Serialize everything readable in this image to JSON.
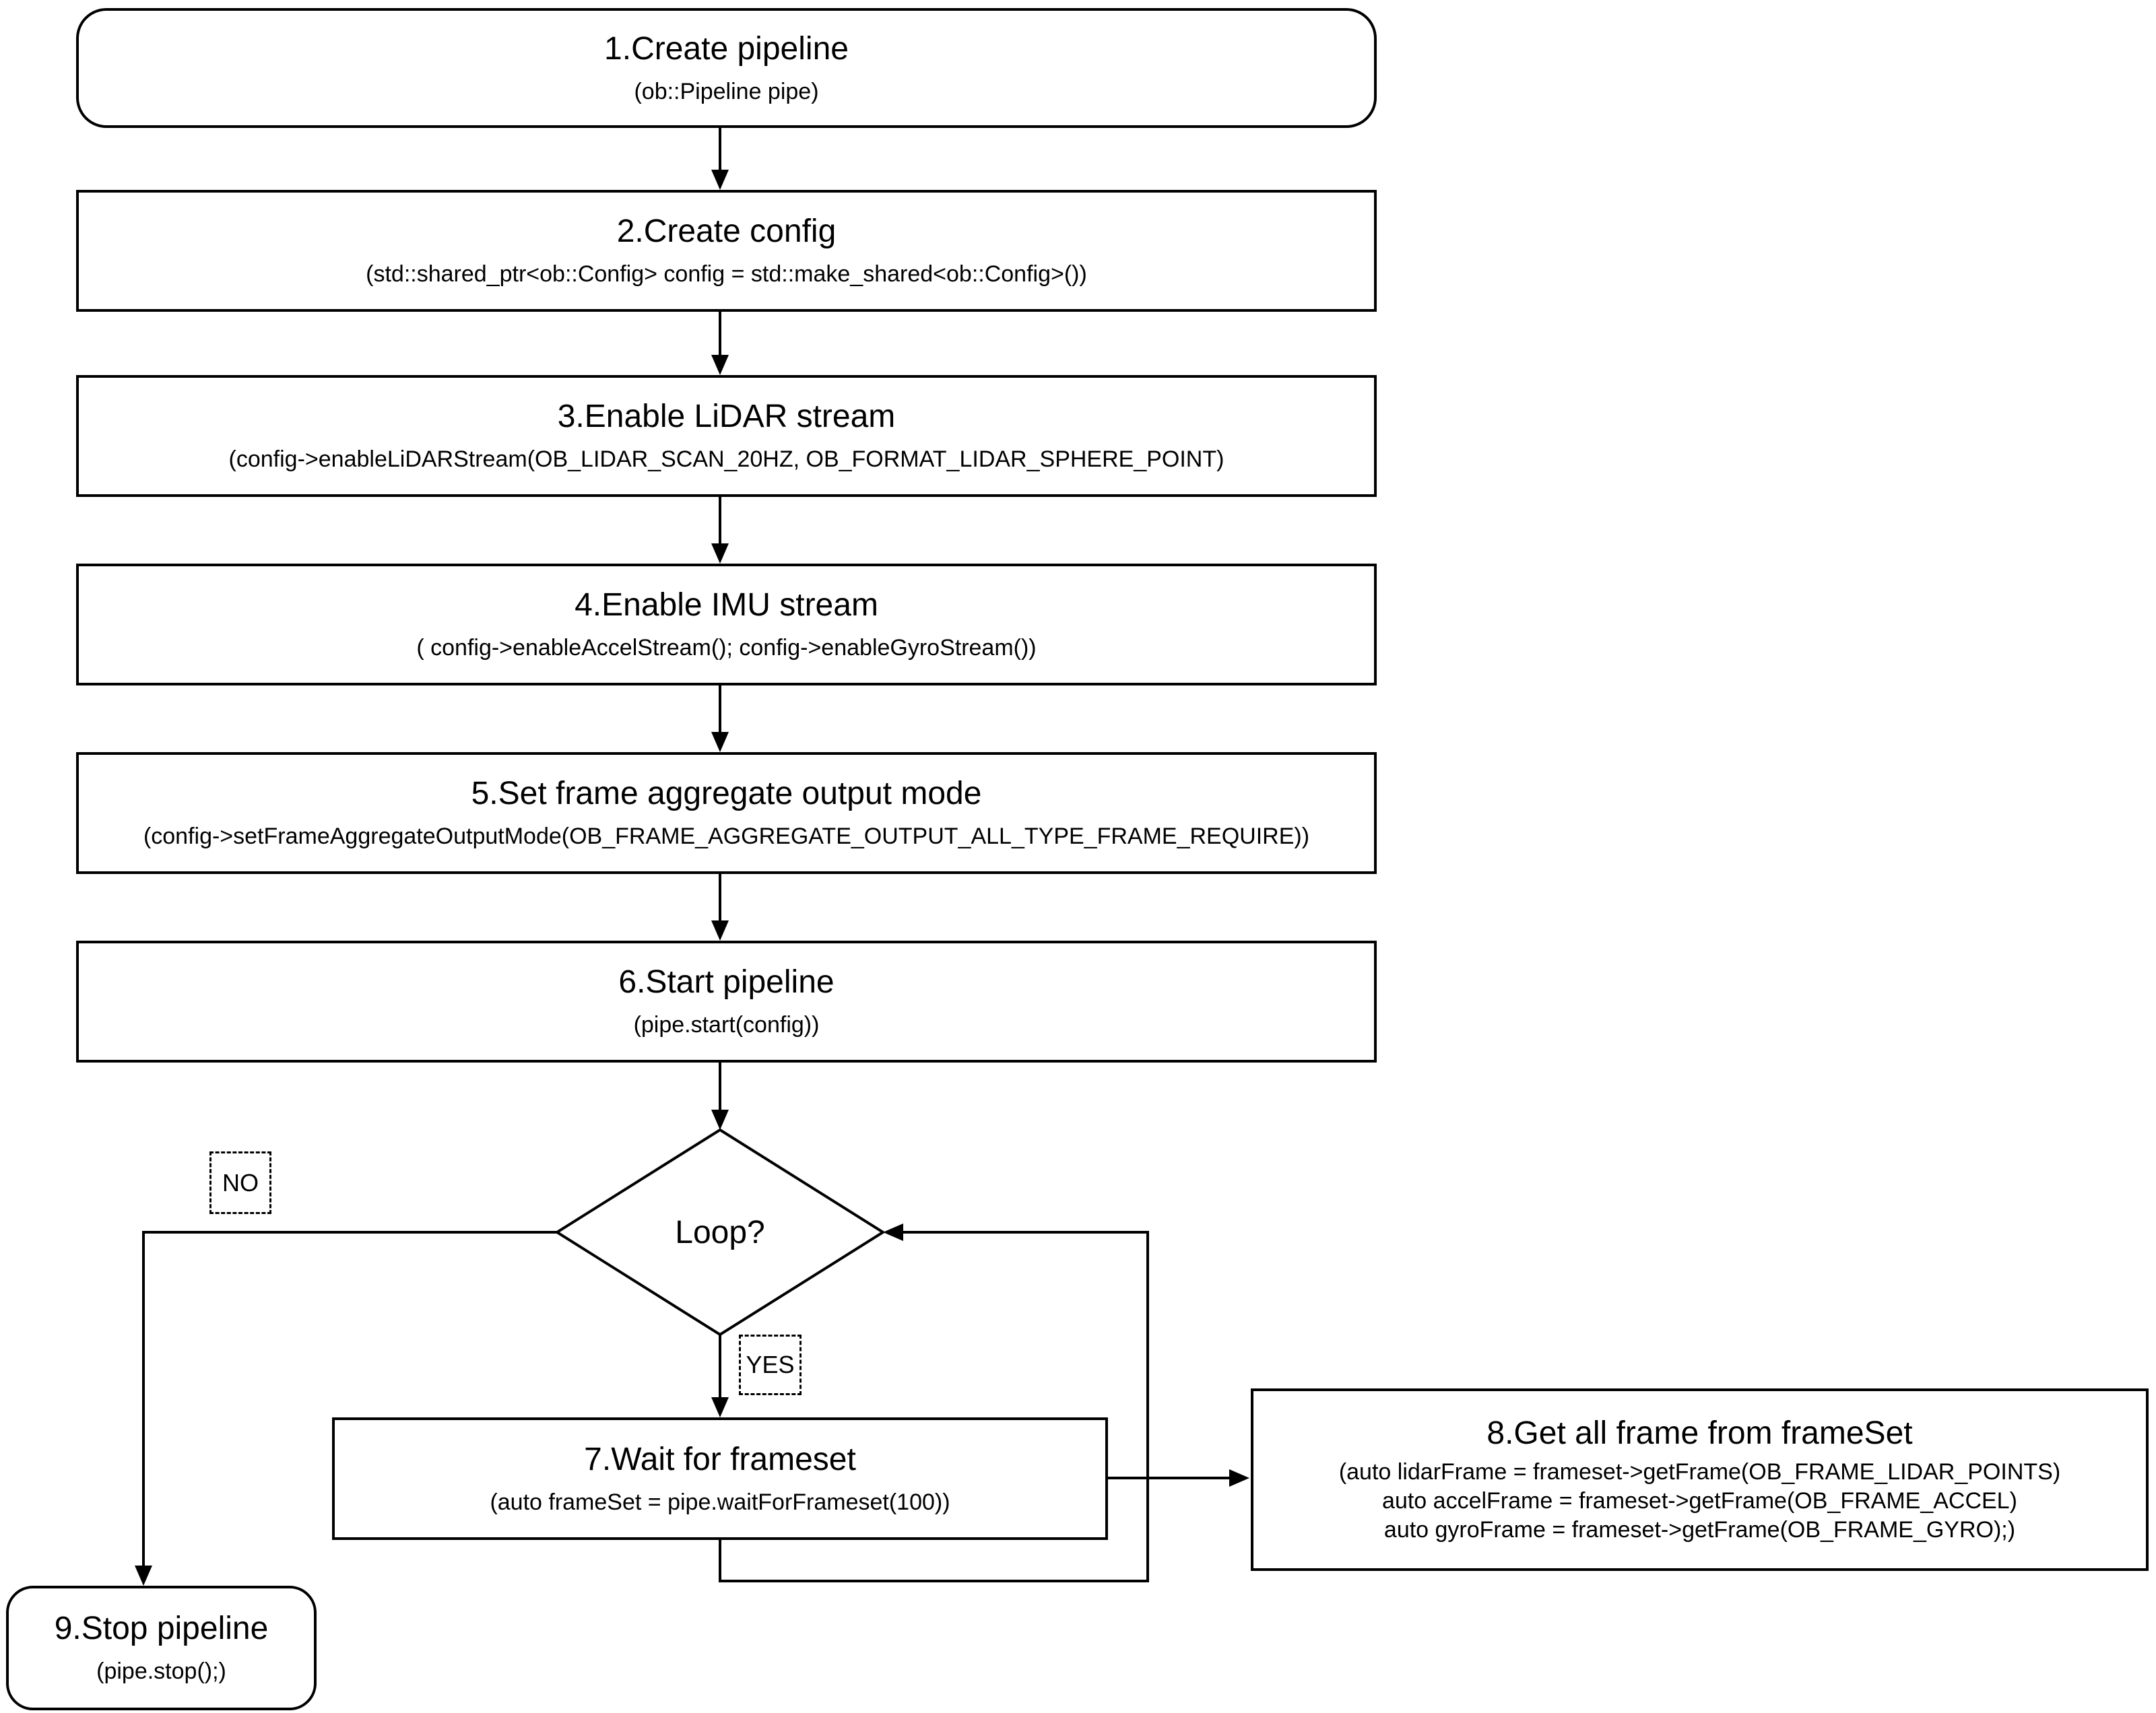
{
  "nodes": {
    "n1": {
      "title": "1.Create pipeline",
      "code": "(ob::Pipeline pipe)"
    },
    "n2": {
      "title": "2.Create config",
      "code": "(std::shared_ptr<ob::Config> config = std::make_shared<ob::Config>())"
    },
    "n3": {
      "title": "3.Enable LiDAR stream",
      "code": "(config->enableLiDARStream(OB_LIDAR_SCAN_20HZ, OB_FORMAT_LIDAR_SPHERE_POINT)"
    },
    "n4": {
      "title": "4.Enable IMU stream",
      "code": "( config->enableAccelStream(); config->enableGyroStream())"
    },
    "n5": {
      "title": "5.Set frame aggregate output mode",
      "code": "(config->setFrameAggregateOutputMode(OB_FRAME_AGGREGATE_OUTPUT_ALL_TYPE_FRAME_REQUIRE))"
    },
    "n6": {
      "title": "6.Start pipeline",
      "code": "(pipe.start(config))"
    },
    "decision": {
      "title": "Loop?"
    },
    "n7": {
      "title": "7.Wait for frameset",
      "code": "(auto frameSet = pipe.waitForFrameset(100))"
    },
    "n8": {
      "title": "8.Get all frame from frameSet",
      "code_lines": [
        "(auto lidarFrame = frameset->getFrame(OB_FRAME_LIDAR_POINTS)",
        "auto accelFrame = frameset->getFrame(OB_FRAME_ACCEL)",
        "auto gyroFrame = frameset->getFrame(OB_FRAME_GYRO);)"
      ]
    },
    "n9": {
      "title": "9.Stop pipeline",
      "code": "(pipe.stop();)"
    }
  },
  "labels": {
    "no": "NO",
    "yes": "YES"
  },
  "colors": {
    "stroke": "#000000",
    "node_fill": "#ffffff",
    "background": "#ffffff"
  }
}
